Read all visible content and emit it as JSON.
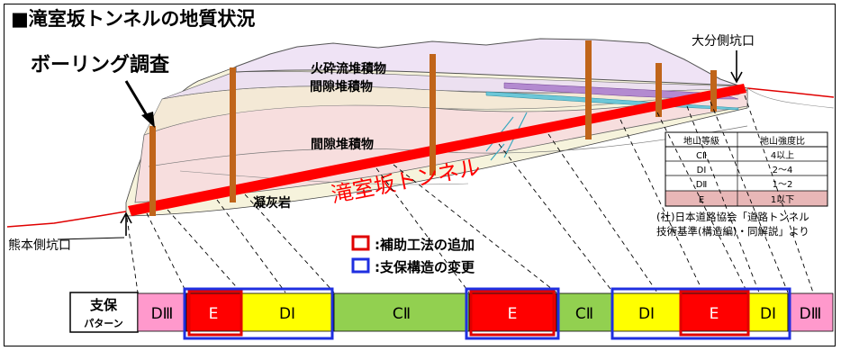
{
  "title": "■滝室坂トンネルの地質状況",
  "labels": {
    "boring": "ボーリング調査",
    "east_portal": "大分側坑口",
    "west_portal": "熊本側坑口",
    "pyroclastic": "火砕流堆積物",
    "interstitial_upper": "間隙堆積物",
    "interstitial_lower": "間隙堆積物",
    "tuff": "凝灰岩",
    "tunnel": "滝室坂トンネル"
  },
  "legend": {
    "red": ":補助工法の追加",
    "blue": ":支保構造の変更"
  },
  "grade_table": {
    "headers": [
      "地山等級",
      "地山強度比"
    ],
    "rows": [
      [
        "CⅡ",
        "4以上"
      ],
      [
        "DⅠ",
        "2～4"
      ],
      [
        "DⅡ",
        "1～2"
      ],
      [
        "E",
        "1以下"
      ]
    ],
    "source_line1": "(社)日本道路協会「道路トンネル",
    "source_line2": "技術基準(構造編)・同解説」より"
  },
  "support": {
    "label_line1": "支保",
    "label_line2": "パターン",
    "segments": [
      "DⅢ",
      "E",
      "DⅠ",
      "CⅡ",
      "E",
      "CⅡ",
      "DⅠ",
      "E",
      "DⅠ",
      "DⅢ"
    ]
  },
  "colors": {
    "tunnel": "#ff0000",
    "boring_pole": "#c0651a",
    "E": "#ff0000",
    "DI": "#ffff00",
    "CII": "#92d050",
    "DIII": "#ff99cc",
    "assist": "#e00000",
    "structure": "#1f2fe0",
    "table_E_row": "#e8b7b7"
  }
}
